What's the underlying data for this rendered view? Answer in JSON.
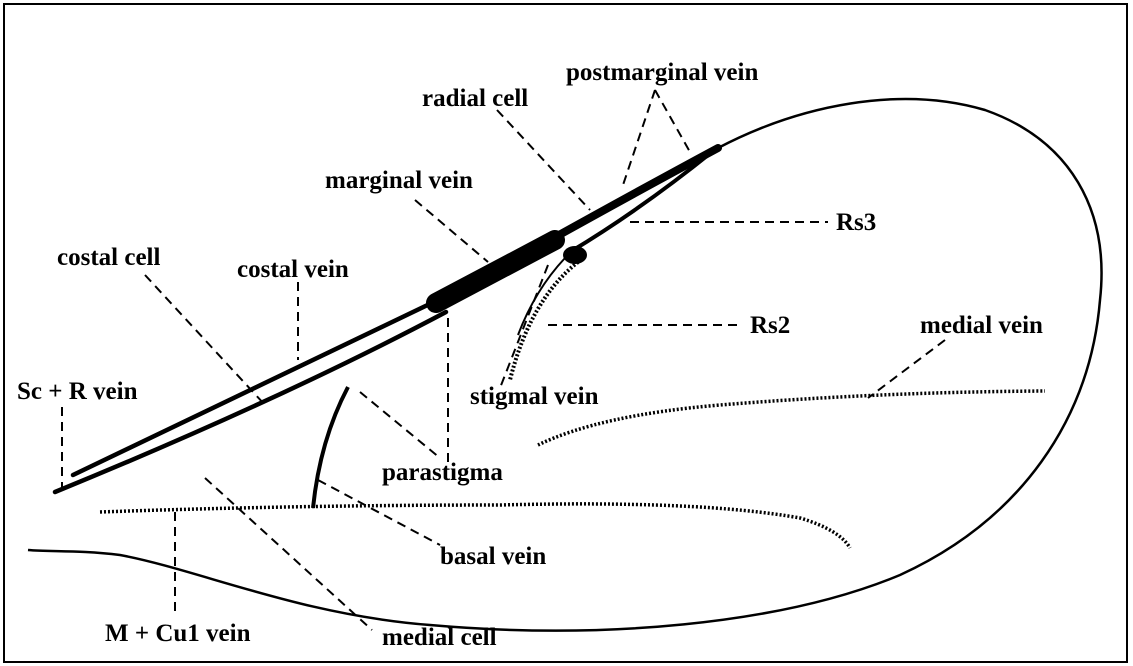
{
  "labels": {
    "postmarginal_vein": "postmarginal vein",
    "radial_cell": "radial cell",
    "marginal_vein": "marginal vein",
    "rs3": "Rs3",
    "costal_cell": "costal cell",
    "costal_vein": "costal vein",
    "rs2": "Rs2",
    "medial_vein": "medial vein",
    "sc_r_vein": "Sc + R vein",
    "stigmal_vein": "stigmal vein",
    "parastigma": "parastigma",
    "basal_vein": "basal vein",
    "m_cu1_vein": "M + Cu1 vein",
    "medial_cell": "medial cell"
  },
  "colors": {
    "ink": "#000000",
    "background": "#ffffff"
  }
}
